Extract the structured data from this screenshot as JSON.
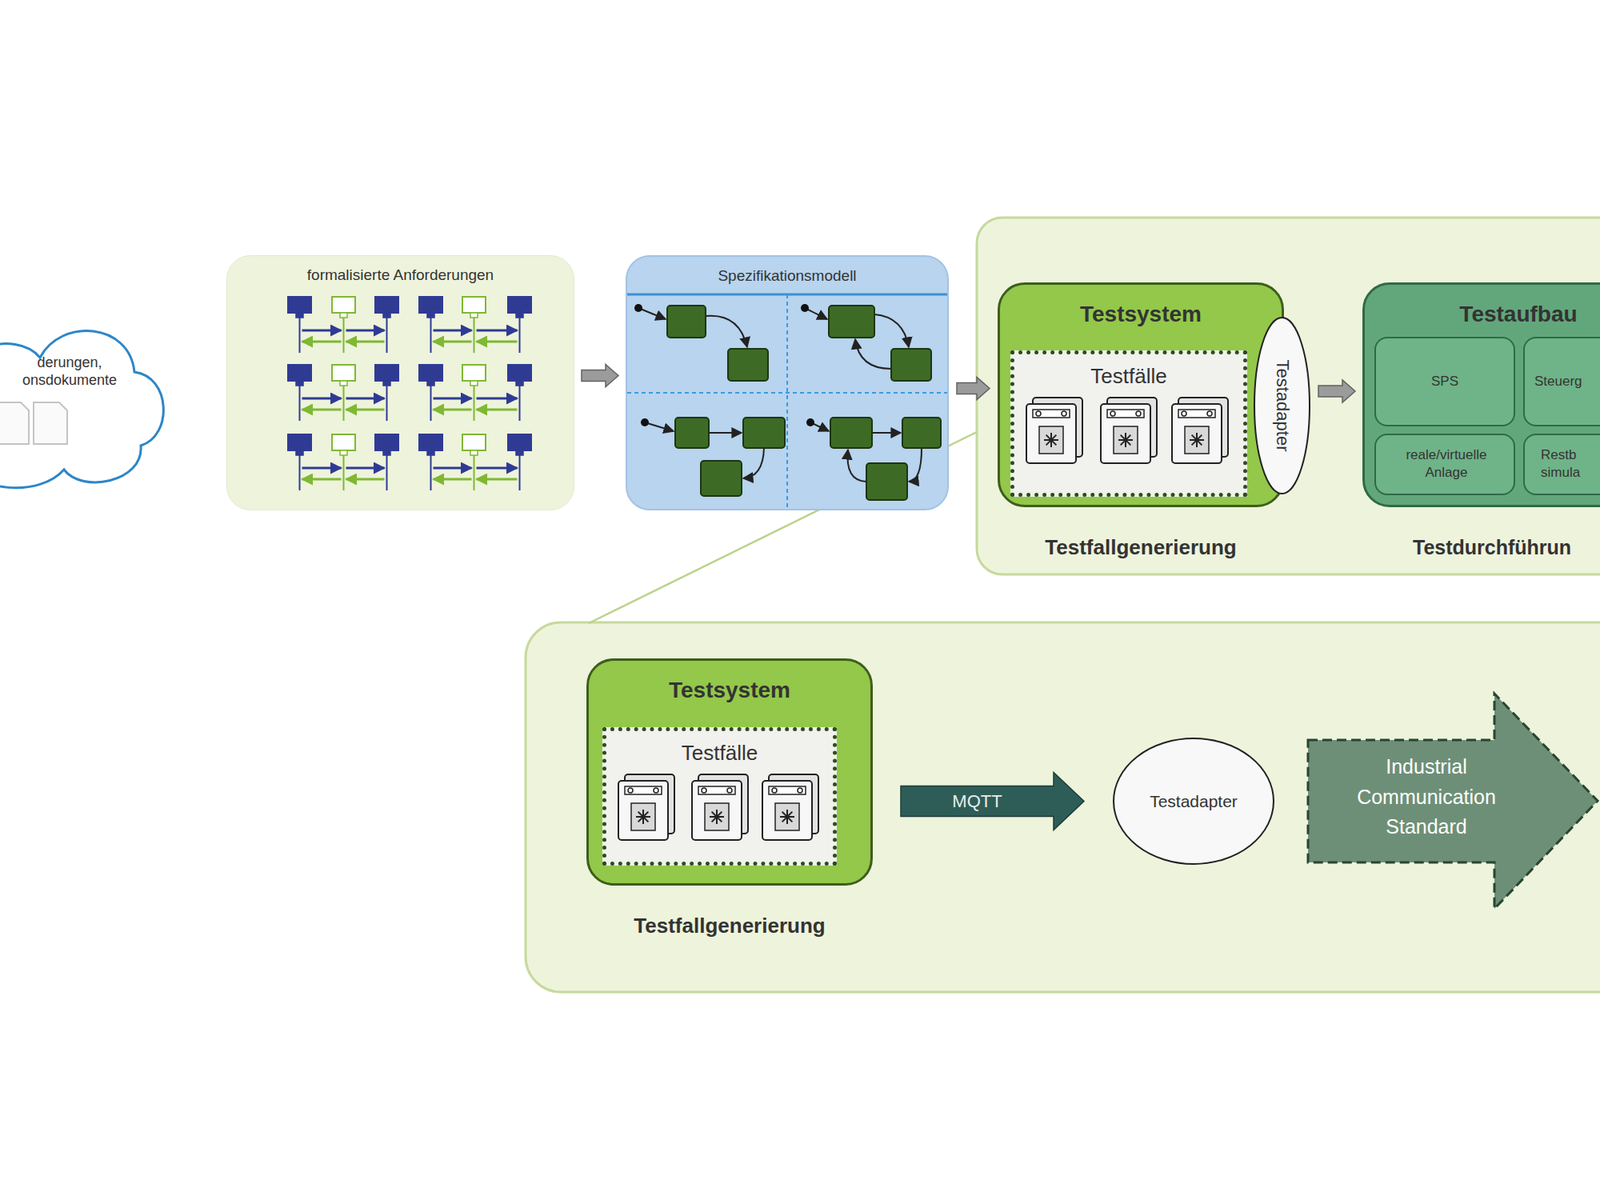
{
  "diagram": {
    "nodes": [
      {
        "text": [
          "derungen, onsdokumente"
        ]
      },
      {
        "text": [
          "formalisierte Anforderungen"
        ]
      },
      {
        "text": [
          "Spezifikationsmodell"
        ]
      },
      {
        "text": [
          "Testsystem",
          "Testfallgenerierung"
        ]
      },
      {
        "text": [
          "Testfälle"
        ],
        "in": 3
      },
      {
        "text": [
          "Testadapter"
        ]
      },
      {
        "text": [
          "Testaufbau",
          "Testdurchführun"
        ]
      },
      {
        "text": [
          "SPS"
        ],
        "in": 6
      },
      {
        "text": [
          "Steuerg"
        ],
        "in": 6
      },
      {
        "text": [
          "reale/virtuelle Anlage"
        ],
        "in": 6
      },
      {
        "text": [
          "Restb simula"
        ],
        "in": 6
      },
      {
        "text": [
          "Testsystem",
          "Testfallgenerierung"
        ]
      },
      {
        "text": [
          "Testfälle"
        ],
        "in": 11
      },
      {
        "text": [
          "Testadapter"
        ]
      },
      {
        "text": [
          "Industrial Communication Standard"
        ]
      }
    ],
    "edges": [
      {
        "from": 1,
        "to": 2,
        "arrow": "to"
      },
      {
        "from": 2,
        "to": 3,
        "arrow": "to"
      },
      {
        "from": 5,
        "to": 6,
        "arrow": "to"
      },
      {
        "from": 11,
        "to": 13,
        "arrow": "to",
        "label": "MQTT"
      }
    ]
  }
}
